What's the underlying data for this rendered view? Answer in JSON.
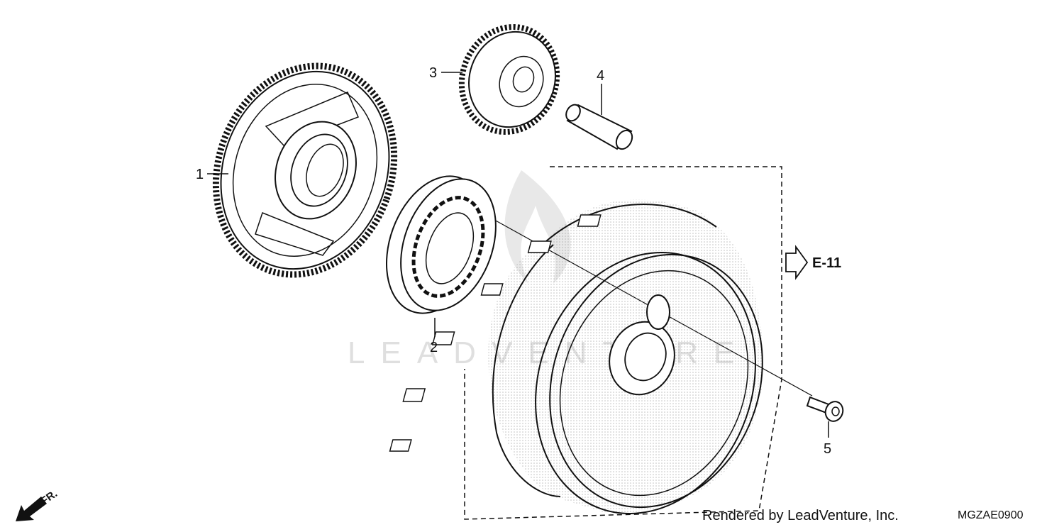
{
  "diagram": {
    "parts": [
      {
        "label": "1",
        "icon": "driven-gear-icon"
      },
      {
        "label": "2",
        "icon": "one-way-clutch-icon"
      },
      {
        "label": "3",
        "icon": "idle-gear-icon"
      },
      {
        "label": "4",
        "icon": "shaft-icon"
      },
      {
        "label": "5",
        "icon": "bolt-icon"
      }
    ],
    "reference_label": "E-11",
    "direction_label": "FR.",
    "watermark_text": "LEADVENTURE",
    "credit_text": "Rendered by LeadVenture, Inc.",
    "diagram_code": "MGZAE0900",
    "colors": {
      "line": "#111111",
      "stipple": "#8a8a8a",
      "watermark": "#dcdcdc"
    }
  }
}
